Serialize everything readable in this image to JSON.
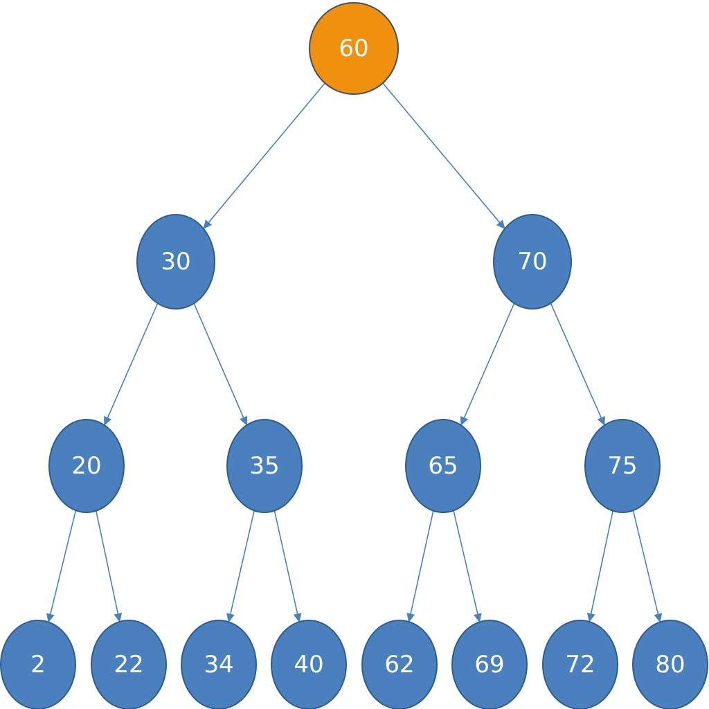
{
  "colors": {
    "root_fill": "#F0900F",
    "root_stroke": "#3F4E5E",
    "node_fill": "#4A80BE",
    "node_stroke": "#2E5C8C",
    "edge": "#4A80BE",
    "label": "#FFFFFF"
  },
  "tree": {
    "root": "60",
    "nodes": [
      {
        "id": "n60",
        "label": "60",
        "level": 0,
        "role": "root"
      },
      {
        "id": "n30",
        "label": "30",
        "level": 1,
        "role": "internal"
      },
      {
        "id": "n70",
        "label": "70",
        "level": 1,
        "role": "internal"
      },
      {
        "id": "n20",
        "label": "20",
        "level": 2,
        "role": "internal"
      },
      {
        "id": "n35",
        "label": "35",
        "level": 2,
        "role": "internal"
      },
      {
        "id": "n65",
        "label": "65",
        "level": 2,
        "role": "internal"
      },
      {
        "id": "n75",
        "label": "75",
        "level": 2,
        "role": "internal"
      },
      {
        "id": "n2",
        "label": "2",
        "level": 3,
        "role": "leaf"
      },
      {
        "id": "n22",
        "label": "22",
        "level": 3,
        "role": "leaf"
      },
      {
        "id": "n34",
        "label": "34",
        "level": 3,
        "role": "leaf"
      },
      {
        "id": "n40",
        "label": "40",
        "level": 3,
        "role": "leaf"
      },
      {
        "id": "n62",
        "label": "62",
        "level": 3,
        "role": "leaf"
      },
      {
        "id": "n69",
        "label": "69",
        "level": 3,
        "role": "leaf"
      },
      {
        "id": "n72",
        "label": "72",
        "level": 3,
        "role": "leaf"
      },
      {
        "id": "n80",
        "label": "80",
        "level": 3,
        "role": "leaf"
      }
    ],
    "edges": [
      {
        "from": "n60",
        "to": "n30"
      },
      {
        "from": "n60",
        "to": "n70"
      },
      {
        "from": "n30",
        "to": "n20"
      },
      {
        "from": "n30",
        "to": "n35"
      },
      {
        "from": "n70",
        "to": "n65"
      },
      {
        "from": "n70",
        "to": "n75"
      },
      {
        "from": "n20",
        "to": "n2"
      },
      {
        "from": "n20",
        "to": "n22"
      },
      {
        "from": "n35",
        "to": "n34"
      },
      {
        "from": "n35",
        "to": "n40"
      },
      {
        "from": "n65",
        "to": "n62"
      },
      {
        "from": "n65",
        "to": "n69"
      },
      {
        "from": "n75",
        "to": "n72"
      },
      {
        "from": "n75",
        "to": "n80"
      }
    ]
  }
}
